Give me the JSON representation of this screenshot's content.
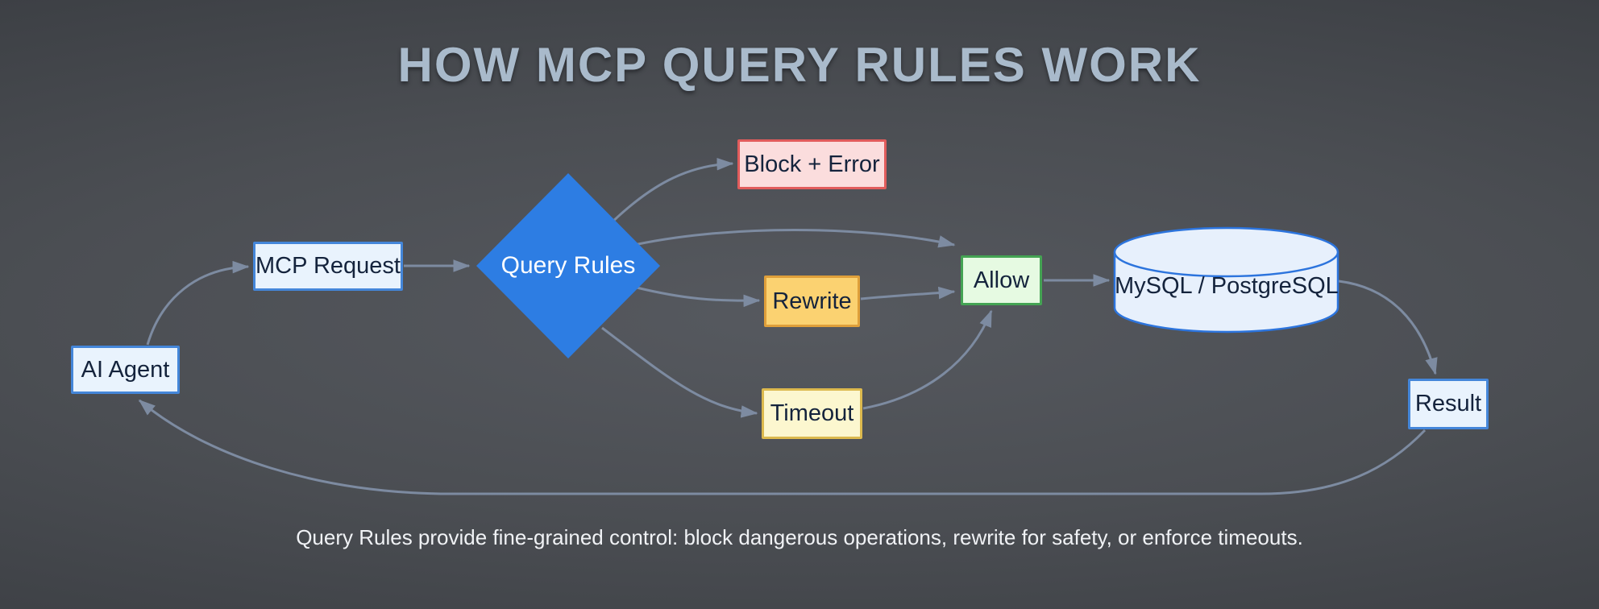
{
  "title": "HOW MCP QUERY RULES WORK",
  "caption": "Query Rules provide fine-grained control: block dangerous operations, rewrite for safety, or enforce timeouts.",
  "nodes": {
    "ai_agent": "AI Agent",
    "mcp_request": "MCP Request",
    "query_rules": "Query Rules",
    "block_error": "Block + Error",
    "rewrite": "Rewrite",
    "timeout": "Timeout",
    "allow": "Allow",
    "database": "MySQL / PostgreSQL",
    "result": "Result"
  },
  "edges": [
    {
      "from": "AI Agent",
      "to": "MCP Request"
    },
    {
      "from": "MCP Request",
      "to": "Query Rules"
    },
    {
      "from": "Query Rules",
      "to": "Block + Error"
    },
    {
      "from": "Query Rules",
      "to": "Allow"
    },
    {
      "from": "Query Rules",
      "to": "Rewrite"
    },
    {
      "from": "Query Rules",
      "to": "Timeout"
    },
    {
      "from": "Rewrite",
      "to": "Allow"
    },
    {
      "from": "Timeout",
      "to": "Allow"
    },
    {
      "from": "Allow",
      "to": "MySQL / PostgreSQL"
    },
    {
      "from": "MySQL / PostgreSQL",
      "to": "Result"
    },
    {
      "from": "Result",
      "to": "AI Agent"
    }
  ],
  "colors": {
    "background_center": "#56595f",
    "background_edge": "#303338",
    "title_text": "#a9bacb",
    "edge_line": "#7d8ba1",
    "node_text": "#14233c",
    "diamond_fill": "#2d7de3",
    "diamond_text": "#ffffff",
    "light_blue_fill": "#e9f3fd",
    "light_blue_border": "#4486d9",
    "db_fill": "#e7f0fc",
    "db_border": "#2c74dd",
    "block_fill": "#fbdddd",
    "block_border": "#e15c5c",
    "rewrite_fill": "#fbd271",
    "rewrite_border": "#df9f3a",
    "timeout_fill": "#fcf7cf",
    "timeout_border": "#dcb94e",
    "allow_fill": "#e6fae2",
    "allow_border": "#44a353",
    "caption_text": "#f0f2f5"
  }
}
